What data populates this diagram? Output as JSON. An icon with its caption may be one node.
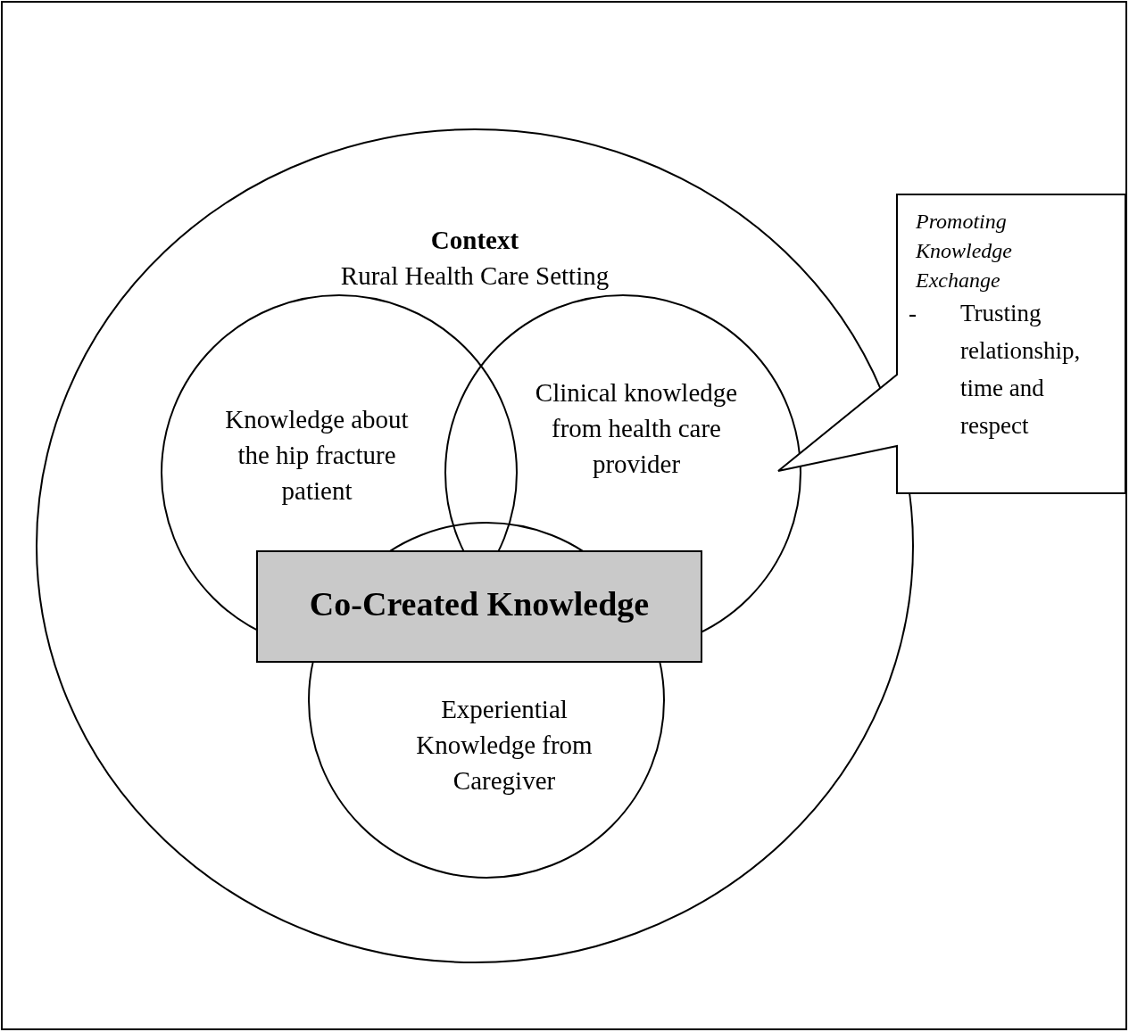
{
  "diagram": {
    "nodes": [
      {
        "text": [
          "Context",
          "Rural Health Care Setting"
        ]
      },
      {
        "text": [
          "Knowledge about the hip fracture patient"
        ],
        "in": 0
      },
      {
        "text": [
          "Clinical knowledge from health care provider"
        ],
        "in": 0
      },
      {
        "text": [
          "Experiential Knowledge from Caregiver"
        ],
        "in": 0
      },
      {
        "text": [
          "Co-Created Knowledge"
        ],
        "in": 0
      },
      {
        "text": [
          "Promoting Knowledge Exchange",
          "-",
          "Trusting relationship, time and respect"
        ]
      }
    ]
  }
}
